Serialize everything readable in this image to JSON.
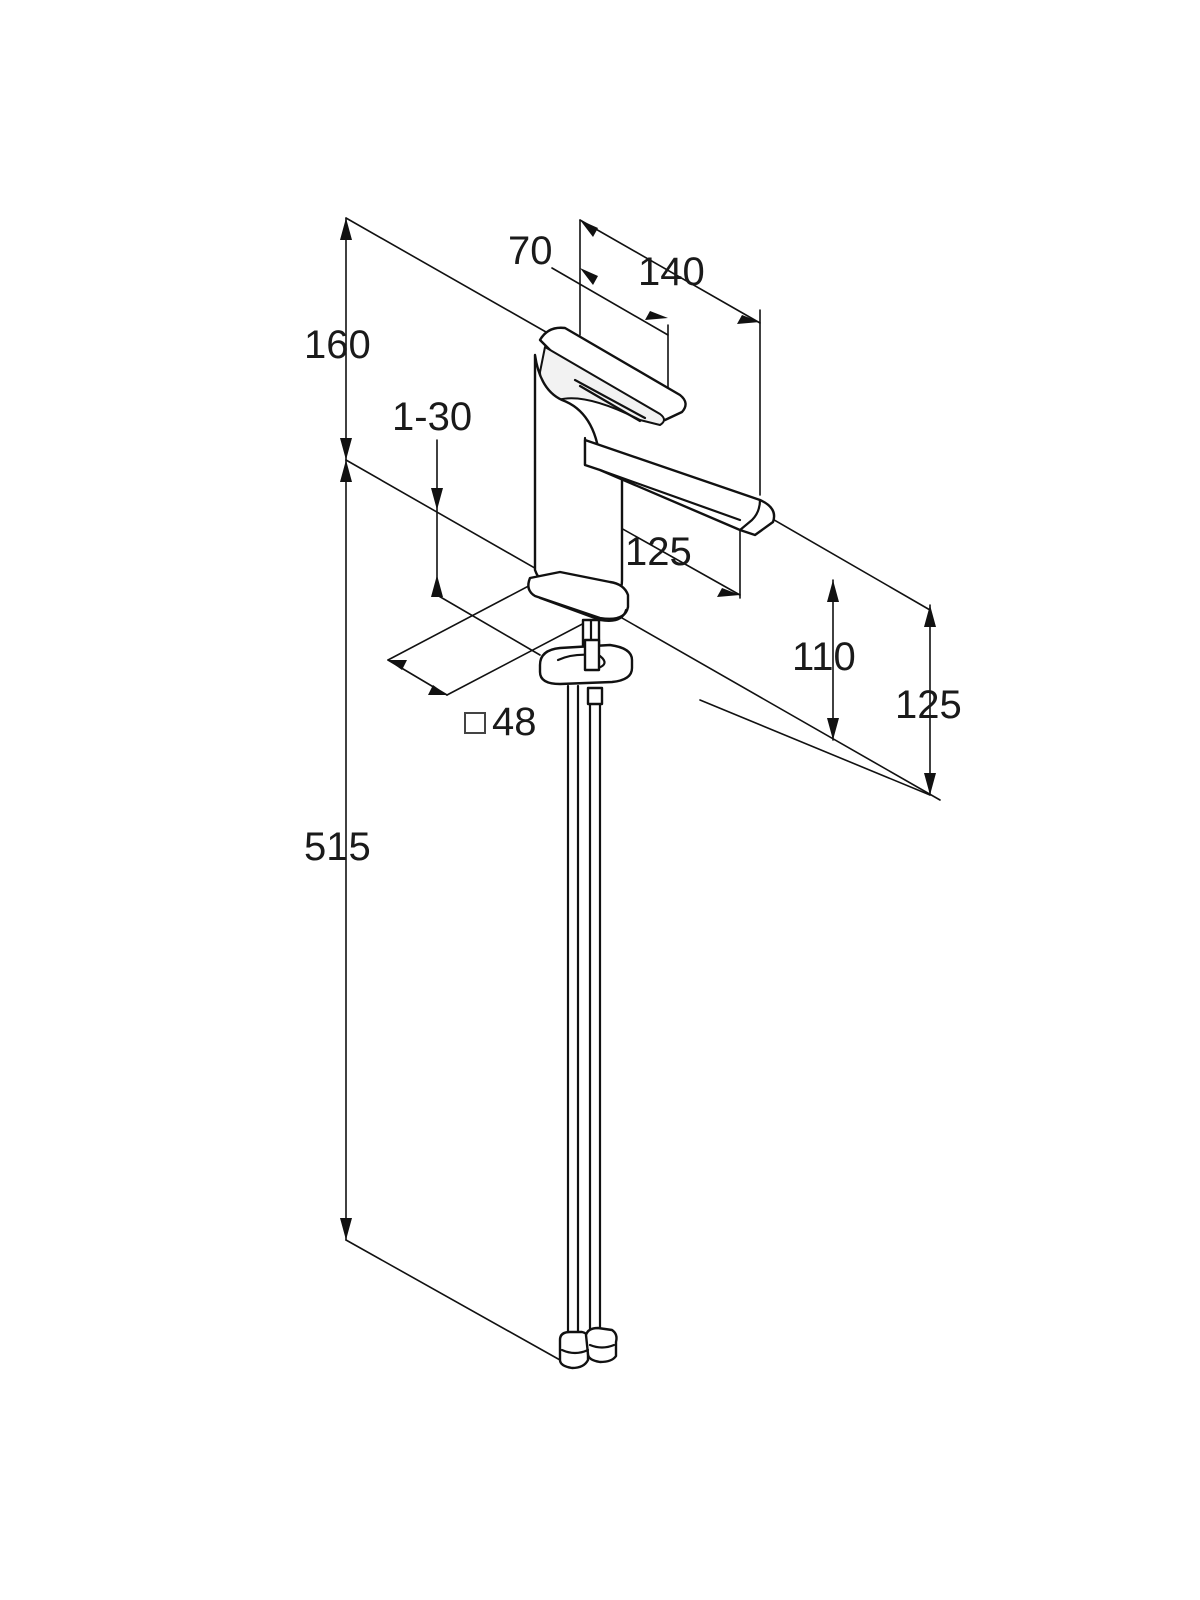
{
  "dimensions": {
    "d160": "160",
    "d70": "70",
    "d140": "140",
    "d1_30": "1-30",
    "d125_spout": "125",
    "d110": "110",
    "d125_right": "125",
    "d48": "48",
    "d515": "515"
  },
  "icons": {
    "square_symbol": "square-outline-icon"
  },
  "colors": {
    "line": "#111111",
    "background": "#ffffff"
  }
}
